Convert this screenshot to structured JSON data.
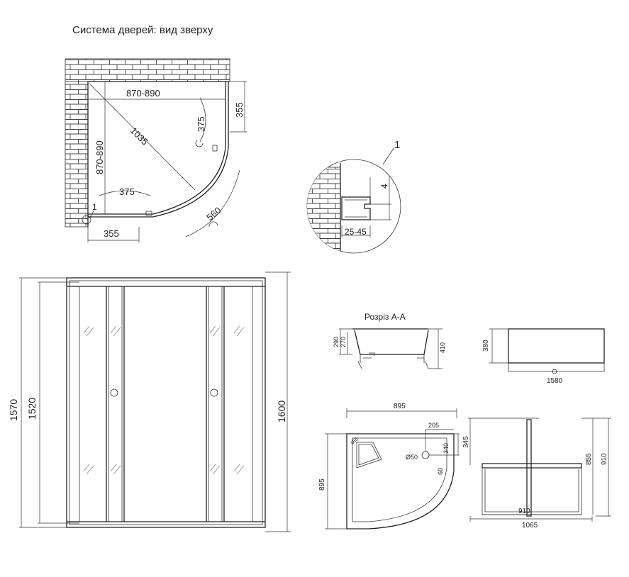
{
  "title": "Система дверей: вид зверху",
  "top_view": {
    "width": "870-890",
    "depth": "870-890",
    "diagonal": "1035",
    "side_offset": "355",
    "bottom_offset": "355",
    "door_width": "560",
    "handle_arc_right": "375",
    "handle_arc_bottom": "375",
    "callout": "1"
  },
  "profile_detail": {
    "callout": "1",
    "gap": "4",
    "range": "25-45"
  },
  "front_view": {
    "height_outer": "1570",
    "height_inner": "1520",
    "height_right": "1600"
  },
  "section": {
    "title": "Розріз А-А",
    "h1": "290",
    "h2": "270",
    "h3": "410"
  },
  "tray_top": {
    "width": "895",
    "depth": "895",
    "drain_offset_x": "205",
    "drain_offset_y": "340",
    "drain": "Ø50",
    "corner": "60",
    "corner_small": "465",
    "edge": "60"
  },
  "panel_side": {
    "height": "380",
    "width": "1580"
  },
  "frame_top": {
    "width_outer": "1065",
    "width_inner": "910",
    "height_outer": "910",
    "height_inner": "855",
    "offset": "345"
  }
}
